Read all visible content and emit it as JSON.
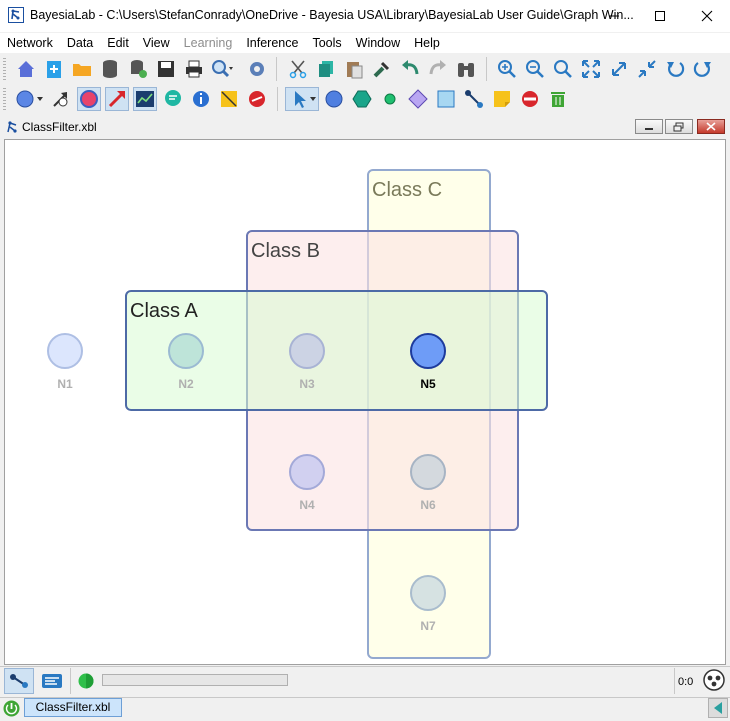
{
  "window": {
    "title": "BayesiaLab - C:\\Users\\StefanConrady\\OneDrive - Bayesia USA\\Library\\BayesiaLab User Guide\\Graph Win...",
    "icon": "bayesialab-icon",
    "controls": [
      "minimize-icon",
      "maximize-icon",
      "close-icon"
    ]
  },
  "menu": [
    {
      "label": "Network",
      "enabled": true
    },
    {
      "label": "Data",
      "enabled": true
    },
    {
      "label": "Edit",
      "enabled": true
    },
    {
      "label": "View",
      "enabled": true
    },
    {
      "label": "Learning",
      "enabled": false
    },
    {
      "label": "Inference",
      "enabled": true
    },
    {
      "label": "Tools",
      "enabled": true
    },
    {
      "label": "Window",
      "enabled": true
    },
    {
      "label": "Help",
      "enabled": true
    }
  ],
  "toolbar_top": [
    "home-icon",
    "new-network-icon",
    "open-folder-icon",
    "database-icon",
    "database-link-icon",
    "save-icon",
    "print-icon",
    "zoom-lens-icon",
    "settings-gear-icon",
    "cut-icon",
    "copy-icon",
    "paste-icon",
    "format-brush-icon",
    "undo-icon",
    "redo-icon",
    "find-binoculars-icon",
    "zoom-in-icon",
    "zoom-out-icon",
    "zoom-search-icon",
    "fit-window-icon",
    "expand-icon",
    "collapse-icon",
    "rotate-left-icon",
    "rotate-right-icon"
  ],
  "toolbar_bottom": [
    "node-shape-icon",
    "info-arrow-icon",
    "node-mode-icon",
    "arc-mode-icon",
    "chart-icon",
    "comment-icon",
    "info-icon",
    "note-icon",
    "delete-arc-icon",
    "select-pointer-icon",
    "draw-node-icon",
    "draw-hexagon-icon",
    "draw-small-node-icon",
    "draw-diamond-icon",
    "draw-square-icon",
    "draw-arc-icon",
    "sticky-note-icon",
    "no-entry-icon",
    "trash-icon"
  ],
  "doc": {
    "name": "ClassFilter.xbl",
    "icon": "network-graph-icon"
  },
  "graph": {
    "classes": [
      {
        "name": "Class C",
        "fill": "#ffffd8",
        "stroke": "#94a9cf"
      },
      {
        "name": "Class B",
        "fill": "#fbe3e3",
        "stroke": "#6b78b4"
      },
      {
        "name": "Class A",
        "fill": "#d9fcd3",
        "stroke": "#4d6aa6"
      }
    ],
    "nodes": [
      {
        "id": "N1",
        "fill": "#d6e2fd",
        "stroke": "#aebfe4",
        "highlighted": false
      },
      {
        "id": "N2",
        "fill": "#b6dfd6",
        "stroke": "#9bbad2",
        "highlighted": false
      },
      {
        "id": "N3",
        "fill": "#c7cde5",
        "stroke": "#a8b3d4",
        "highlighted": false
      },
      {
        "id": "N4",
        "fill": "#c9caf0",
        "stroke": "#a3a9d8",
        "highlighted": false
      },
      {
        "id": "N5",
        "fill": "#6e9cf7",
        "stroke": "#1d3b9d",
        "highlighted": true
      },
      {
        "id": "N6",
        "fill": "#cdd5dc",
        "stroke": "#a7b4c4",
        "highlighted": false
      },
      {
        "id": "N7",
        "fill": "#cfdde0",
        "stroke": "#a9bccd",
        "highlighted": false
      }
    ]
  },
  "status": {
    "icons": [
      "graph-mode-icon",
      "report-mode-icon",
      "green-status-icon",
      "bayesia-logo-icon"
    ],
    "progress": 0,
    "coords": "0:0"
  },
  "taskbar": {
    "icon": "monitor-mode-icon",
    "tab": "ClassFilter.xbl",
    "right_icon": "arrow-left-icon"
  }
}
